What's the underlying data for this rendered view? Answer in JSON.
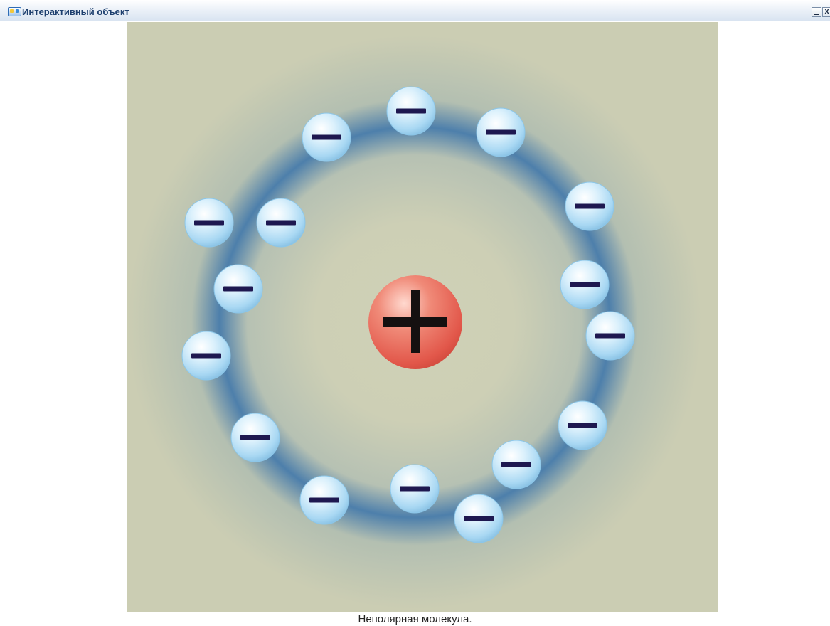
{
  "window": {
    "title": "Интерактивный объект",
    "controls": {
      "minimize_icon": "minimize-icon",
      "close_symbol": "x"
    }
  },
  "scene": {
    "caption": "Неполярная молекула.",
    "nucleus": {
      "symbol": "+",
      "color": "#e2574a"
    },
    "electrons": {
      "count": 16,
      "symbol": "−",
      "color": "#a9d8f3"
    },
    "background_color": "#cbcdb3",
    "orbit_color": "#4d7fab"
  }
}
